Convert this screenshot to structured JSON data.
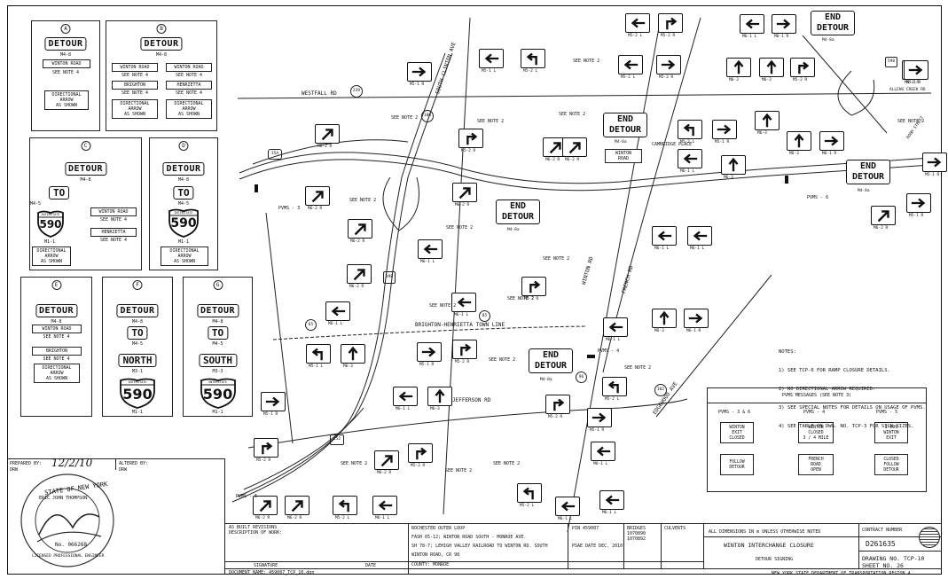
{
  "panels": [
    {
      "id": "A",
      "lines": [
        "DETOUR",
        "M4-8",
        "WINTON ROAD",
        "SEE NOTE 4",
        "DIRECTIONAL",
        "ARROW",
        "AS SHOWN"
      ]
    },
    {
      "id": "B",
      "lines": [
        "DETOUR",
        "M4-8",
        "WINTON ROAD",
        "SEE NOTE 4",
        "BRIGHTON",
        "SEE NOTE 4",
        "DIRECTIONAL",
        "ARROW",
        "AS SHOWN",
        "WINTON ROAD",
        "SEE NOTE 4",
        "HENRIETTA",
        "SEE NOTE 4",
        "DIRECTIONAL",
        "ARROW",
        "AS SHOWN"
      ]
    },
    {
      "id": "C",
      "lines": [
        "DETOUR",
        "M4-8",
        "TO",
        "M4-5",
        "INTERSTATE",
        "590",
        "M1-1",
        "DIRECTIONAL",
        "ARROW",
        "AS SHOWN",
        "WINTON ROAD",
        "SEE NOTE 4",
        "HENRIETTA",
        "SEE NOTE 4"
      ]
    },
    {
      "id": "D",
      "lines": [
        "DETOUR",
        "M4-8",
        "TO",
        "M4-5",
        "INTERSTATE",
        "590",
        "M1-1",
        "DIRECTIONAL",
        "ARROW",
        "AS SHOWN"
      ]
    },
    {
      "id": "E",
      "lines": [
        "DETOUR",
        "M4-8",
        "WINTON ROAD",
        "SEE NOTE 4",
        "BRIGHTON",
        "SEE NOTE 4",
        "DIRECTIONAL",
        "ARROW",
        "AS SHOWN"
      ]
    },
    {
      "id": "F",
      "lines": [
        "DETOUR",
        "M4-8",
        "TO",
        "M4-5",
        "NORTH",
        "M3-1",
        "INTERSTATE",
        "590",
        "M1-1"
      ]
    },
    {
      "id": "G",
      "lines": [
        "DETOUR",
        "M4-8",
        "TO",
        "M4-5",
        "SOUTH",
        "M3-3",
        "INTERSTATE",
        "590",
        "M1-1"
      ]
    }
  ],
  "map": {
    "roads": [
      "WESTFALL RD",
      "SOUTH CLINTON AVE",
      "WINTON RD",
      "FRENCH RD",
      "BRIGHTON-HENRIETTA TOWN LINE",
      "JEFFERSON RD",
      "EDGEWOOD AVE",
      "CAMBRIDGE PLACE",
      "ALLENS CREEK RD",
      "ROOM STREET"
    ],
    "route_shields": [
      "239",
      "100",
      "15A",
      "390",
      "590",
      "85",
      "252",
      "96",
      "102",
      "65"
    ],
    "end_detour": [
      "END",
      "DETOUR",
      "M4-8a"
    ],
    "winton_road_plaque": [
      "WINTON",
      "ROAD"
    ],
    "see_note_2": "SEE NOTE 2",
    "pvms": [
      "PVMS - 3",
      "PVMS - 4",
      "PVMS - 5",
      "PVMS - 6"
    ],
    "sign_codes": [
      "M5-1 L",
      "M5-1 R",
      "M5-2 L",
      "M5-2 R",
      "M6-1 L",
      "M6-1 R",
      "M6-2 R",
      "M6-3"
    ]
  },
  "notes": {
    "title": "NOTES:",
    "items": [
      "1) SEE TCP-6 FOR RAMP CLOSURE DETAILS.",
      "2) NO DIRECTIONAL ARROW REQUIRED.",
      "3) SEE SPECIAL NOTES FOR DETAILS ON USAGE OF PVMS.",
      "4) SEE TABLE ON DWG. NO. TCP-3 FOR SIGN SIZES."
    ]
  },
  "pvms_table": {
    "title": "PVMS MESSAGES (SEE NOTE 3)",
    "headers": [
      "PVMS - 3 & 6",
      "PVMS - 4",
      "PVMS - 5"
    ],
    "row1": [
      [
        "WINTON",
        "EXIT",
        "CLOSED"
      ],
      [
        "WINTON",
        "CLOSED",
        "3 / 4 MILE"
      ],
      [
        "I-590",
        "WINTON",
        "EXIT"
      ]
    ],
    "row2": [
      [
        "FOLLOW",
        "DETOUR"
      ],
      [
        "FRENCH",
        "ROAD",
        "OPEN"
      ],
      [
        "CLOSED",
        "FOLLOW",
        "DETOUR"
      ]
    ]
  },
  "title_block": {
    "prepared_by": "PREPARED BY:",
    "prepared_date": "12/2/10",
    "prepared_initials": "DRW",
    "altered_by": "ALTERED BY:",
    "altered_initials": "DRW",
    "as_built": "AS BUILT REVISIONS",
    "description": "DESCRIPTION OF WORK:",
    "signature": "SIGNATURE",
    "date": "DATE",
    "document_name": "DOCUMENT NAME: 459007_TCP_10.dgn",
    "project": [
      "ROCHESTER OUTER LOOP",
      "FASH 65-12; WINTON ROAD SOUTH - MONROE AVE.",
      "SH 78-7; LEHIGH VALLEY RAILROAD TO WINTON RD. SOUTH",
      "WINTON ROAD, CR 98",
      "COUNTY: MONROE"
    ],
    "pin": "PIN 459007",
    "psae": "PSAE DATE DEC. 2010",
    "bridges_label": "BRIDGES",
    "bridges": [
      "1070890",
      "1070892"
    ],
    "culverts": "CULVERTS",
    "dimensions_note": "ALL DIMENSIONS IN m UNLESS OTHERWISE NOTED",
    "sheet_title": "WINTON INTERCHANGE CLOSURE",
    "sheet_subtitle": "DETOUR SIGNING",
    "contract_label": "CONTRACT NUMBER",
    "contract": "D261635",
    "drawing_no": "DRAWING NO. TCP-10",
    "sheet_no": "SHEET NO. 26",
    "agency": "NEW YORK STATE DEPARTMENT OF TRANSPORTATION REGION 4"
  },
  "seal": {
    "outer": "STATE OF NEW YORK",
    "name": "ERIC JOHN THOMPSON",
    "license": "No. 066268",
    "profession": "LICENSED PROFESSIONAL ENGINEER"
  }
}
